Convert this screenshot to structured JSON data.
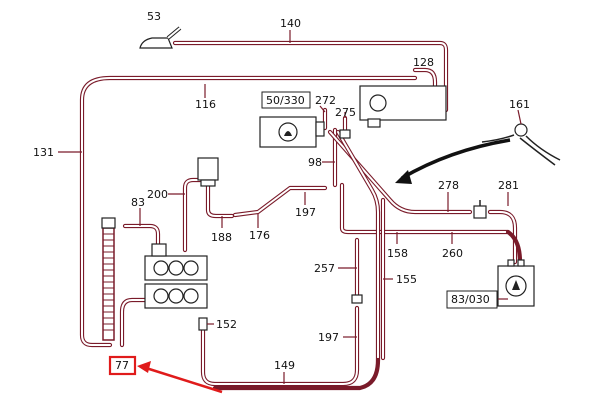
{
  "diagram": {
    "labels": {
      "p53": "53",
      "p140": "140",
      "p128": "128",
      "p116": "116",
      "p131": "131",
      "p50_330": "50/330",
      "p272": "272",
      "p275": "275",
      "p161": "161",
      "p98": "98",
      "p200": "200",
      "p83": "83",
      "p197a": "197",
      "p188": "188",
      "p176": "176",
      "p278": "278",
      "p281": "281",
      "p158": "158",
      "p260": "260",
      "p257": "257",
      "p155": "155",
      "p83_030": "83/030",
      "p152": "152",
      "p197b": "197",
      "p149": "149",
      "p77": "77"
    },
    "highlight_color": "#e01b1b",
    "hose_color": "#7a1b2a"
  }
}
